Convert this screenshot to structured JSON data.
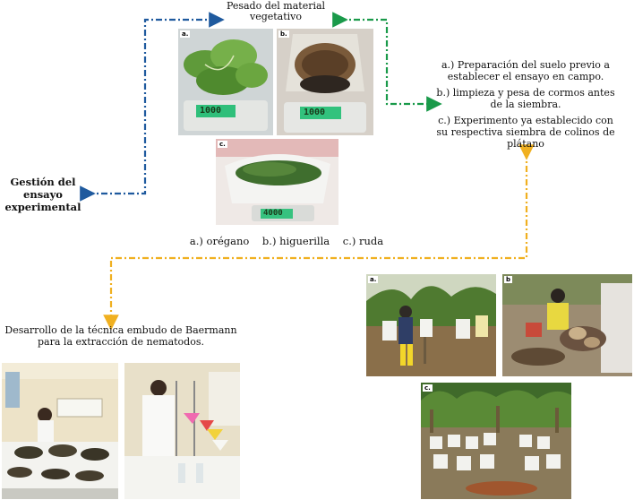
{
  "management": {
    "title": "Gestión del ensayo experimental"
  },
  "weighing": {
    "title": "Pesado del material vegetativo",
    "photo_tags": [
      "a.",
      "b.",
      "c."
    ],
    "scale_readouts": [
      "1000",
      "1000",
      "4000"
    ],
    "caption": "a.) orégano    b.) higuerilla    c.) ruda"
  },
  "field": {
    "notes": [
      "a.) Preparación del suelo previo a establecer el ensayo en campo.",
      "b.) limpieza y pesa de cormos antes de la siembra.",
      "c.) Experimento ya establecido con su respectiva siembra de colinos de plátano"
    ],
    "photo_tags": [
      "a.",
      "b",
      "c."
    ]
  },
  "baermann": {
    "title": "Desarrollo de la técnica embudo de Baermann para la extracción de nematodos."
  },
  "colors": {
    "blue_arrow": "#1f5a9e",
    "green_arrow": "#1a9a4a",
    "orange_arrow": "#f0b020"
  }
}
